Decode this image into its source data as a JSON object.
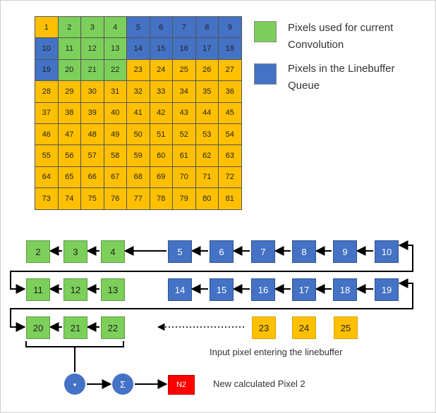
{
  "colors": {
    "yellow": "#fec000",
    "green": "#7ccf5a",
    "blue": "#4472c4",
    "red": "#ff0000"
  },
  "grid": {
    "rows": 9,
    "cols": 9,
    "green_cells": [
      2,
      3,
      4,
      11,
      12,
      13,
      20,
      21,
      22
    ],
    "blue_cells": [
      5,
      6,
      7,
      8,
      9,
      10,
      14,
      15,
      16,
      17,
      18,
      19
    ]
  },
  "legend": {
    "green_label": "Pixels used for current Convolution",
    "blue_label": "Pixels in the Linebuffer Queue"
  },
  "linebuffer": {
    "row1": {
      "green": [
        "2",
        "3",
        "4"
      ],
      "blue": [
        "5",
        "6",
        "7",
        "8",
        "9",
        "10"
      ]
    },
    "row2": {
      "green": [
        "11",
        "12",
        "13"
      ],
      "blue": [
        "14",
        "15",
        "16",
        "17",
        "18",
        "19"
      ]
    },
    "row3": {
      "green": [
        "20",
        "21",
        "22"
      ]
    },
    "incoming": [
      "23",
      "24",
      "25"
    ],
    "input_caption": "Input pixel entering the linebuffer",
    "multiply_symbol": "•",
    "sum_symbol": "Σ",
    "output_label": "N2",
    "output_caption": "New calculated Pixel 2"
  }
}
